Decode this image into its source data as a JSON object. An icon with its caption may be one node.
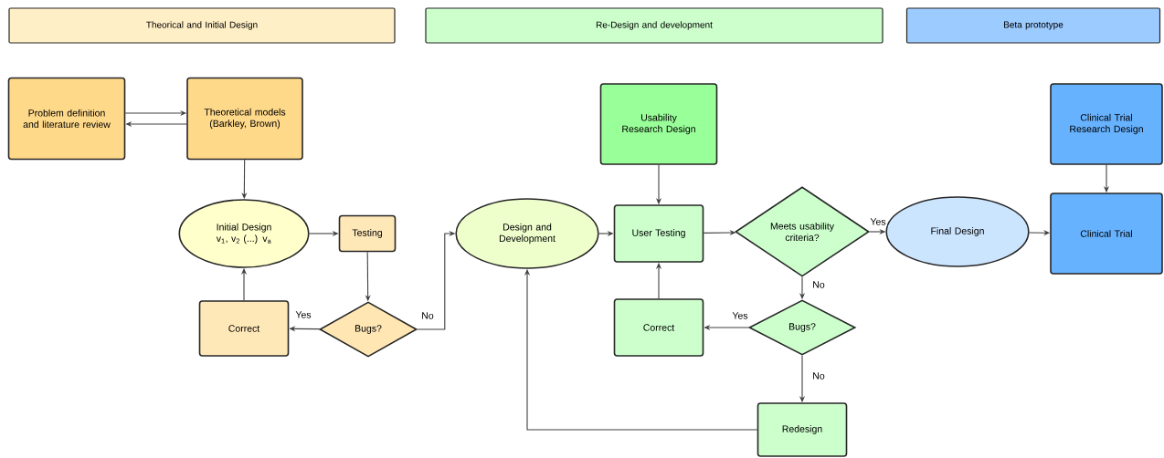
{
  "diagram": {
    "nodes": [
      {
        "text": [
          "Theorical and Initial Design"
        ]
      },
      {
        "text": [
          "Re-Design and development"
        ]
      },
      {
        "text": [
          "Beta prototype"
        ]
      },
      {
        "text": [
          "Problem definition and literature review"
        ]
      },
      {
        "text": [
          "Theoretical models (Barkley, Brown)"
        ]
      },
      {
        "text": [
          "Initial Design",
          "v$_{1}$, v$_{2}$ (...) v$_{a}$"
        ]
      },
      {
        "text": [
          "Testing"
        ]
      },
      {
        "text": [
          "Bugs?"
        ]
      },
      {
        "text": [
          "Correct"
        ]
      },
      {
        "text": [
          "Design and Development"
        ]
      },
      {
        "text": [
          "Usability Research Design"
        ]
      },
      {
        "text": [
          "User Testing"
        ]
      },
      {
        "text": [
          "Meets usability criteria?"
        ]
      },
      {
        "text": [
          "Bugs?"
        ]
      },
      {
        "text": [
          "Correct"
        ]
      },
      {
        "text": [
          "Redesign"
        ]
      },
      {
        "text": [
          "Final Design"
        ]
      },
      {
        "text": [
          "Clinical Trial Research Design"
        ]
      },
      {
        "text": [
          "Clinical Trial"
        ]
      }
    ],
    "edges": [
      {
        "from": 4,
        "to": 3,
        "arrow": "to"
      },
      {
        "from": 3,
        "to": 4,
        "arrow": "to"
      },
      {
        "from": 4,
        "to": 5,
        "arrow": "to"
      },
      {
        "from": 5,
        "to": 6,
        "arrow": "to"
      },
      {
        "from": 6,
        "to": 7,
        "arrow": "to"
      },
      {
        "from": 7,
        "to": 8,
        "arrow": "to",
        "label": "Yes"
      },
      {
        "from": 8,
        "to": 5,
        "arrow": "to"
      },
      {
        "from": 7,
        "to": 9,
        "arrow": "to",
        "label": "No"
      },
      {
        "from": 9,
        "to": 11,
        "arrow": "to"
      },
      {
        "from": 10,
        "to": 11,
        "arrow": "to"
      },
      {
        "from": 11,
        "to": 12,
        "arrow": "to"
      },
      {
        "from": 12,
        "to": 16,
        "arrow": "to",
        "label": "Yes"
      },
      {
        "from": 12,
        "to": 13,
        "arrow": "to",
        "label": "No"
      },
      {
        "from": 13,
        "to": 14,
        "arrow": "to",
        "label": "Yes"
      },
      {
        "from": 14,
        "to": 11,
        "arrow": "to"
      },
      {
        "from": 13,
        "to": 15,
        "arrow": "to",
        "label": "No"
      },
      {
        "from": 15,
        "to": 9,
        "arrow": "to"
      },
      {
        "from": 16,
        "to": 18,
        "arrow": "to"
      },
      {
        "from": 17,
        "to": 18,
        "arrow": "to"
      }
    ]
  }
}
